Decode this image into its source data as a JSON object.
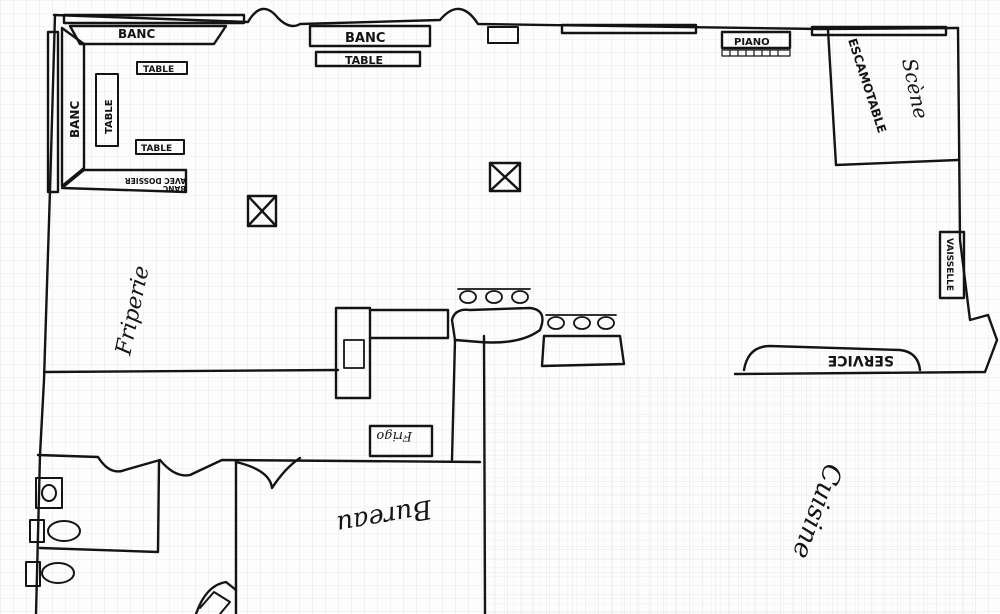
{
  "labels": {
    "banc_top_left": "BANC",
    "banc_top_center": "BANC",
    "table_top_center": "TABLE",
    "piano": "PIANO",
    "banc_left": "BANC",
    "table_upper": "TABLE",
    "table_vertical": "TABLE",
    "table_lower": "TABLE",
    "banc_dossier": "BANC\nAVEC DOSSIER",
    "scene": "Scène",
    "escamotable": "ESCAMOTABLE",
    "vaisselle": "VAISSELLE",
    "friperie": "Friperie",
    "service": "SERVICE",
    "frigo": "Frigo",
    "bureau": "Bureau",
    "cuisine": "Cuisine"
  },
  "colors": {
    "ink": "#141414",
    "paper": "#fdfdfd",
    "grid": "#d9d9d9"
  },
  "icons": [
    "pillar-icon",
    "stool-icon",
    "toilet-icon",
    "sink-icon"
  ]
}
